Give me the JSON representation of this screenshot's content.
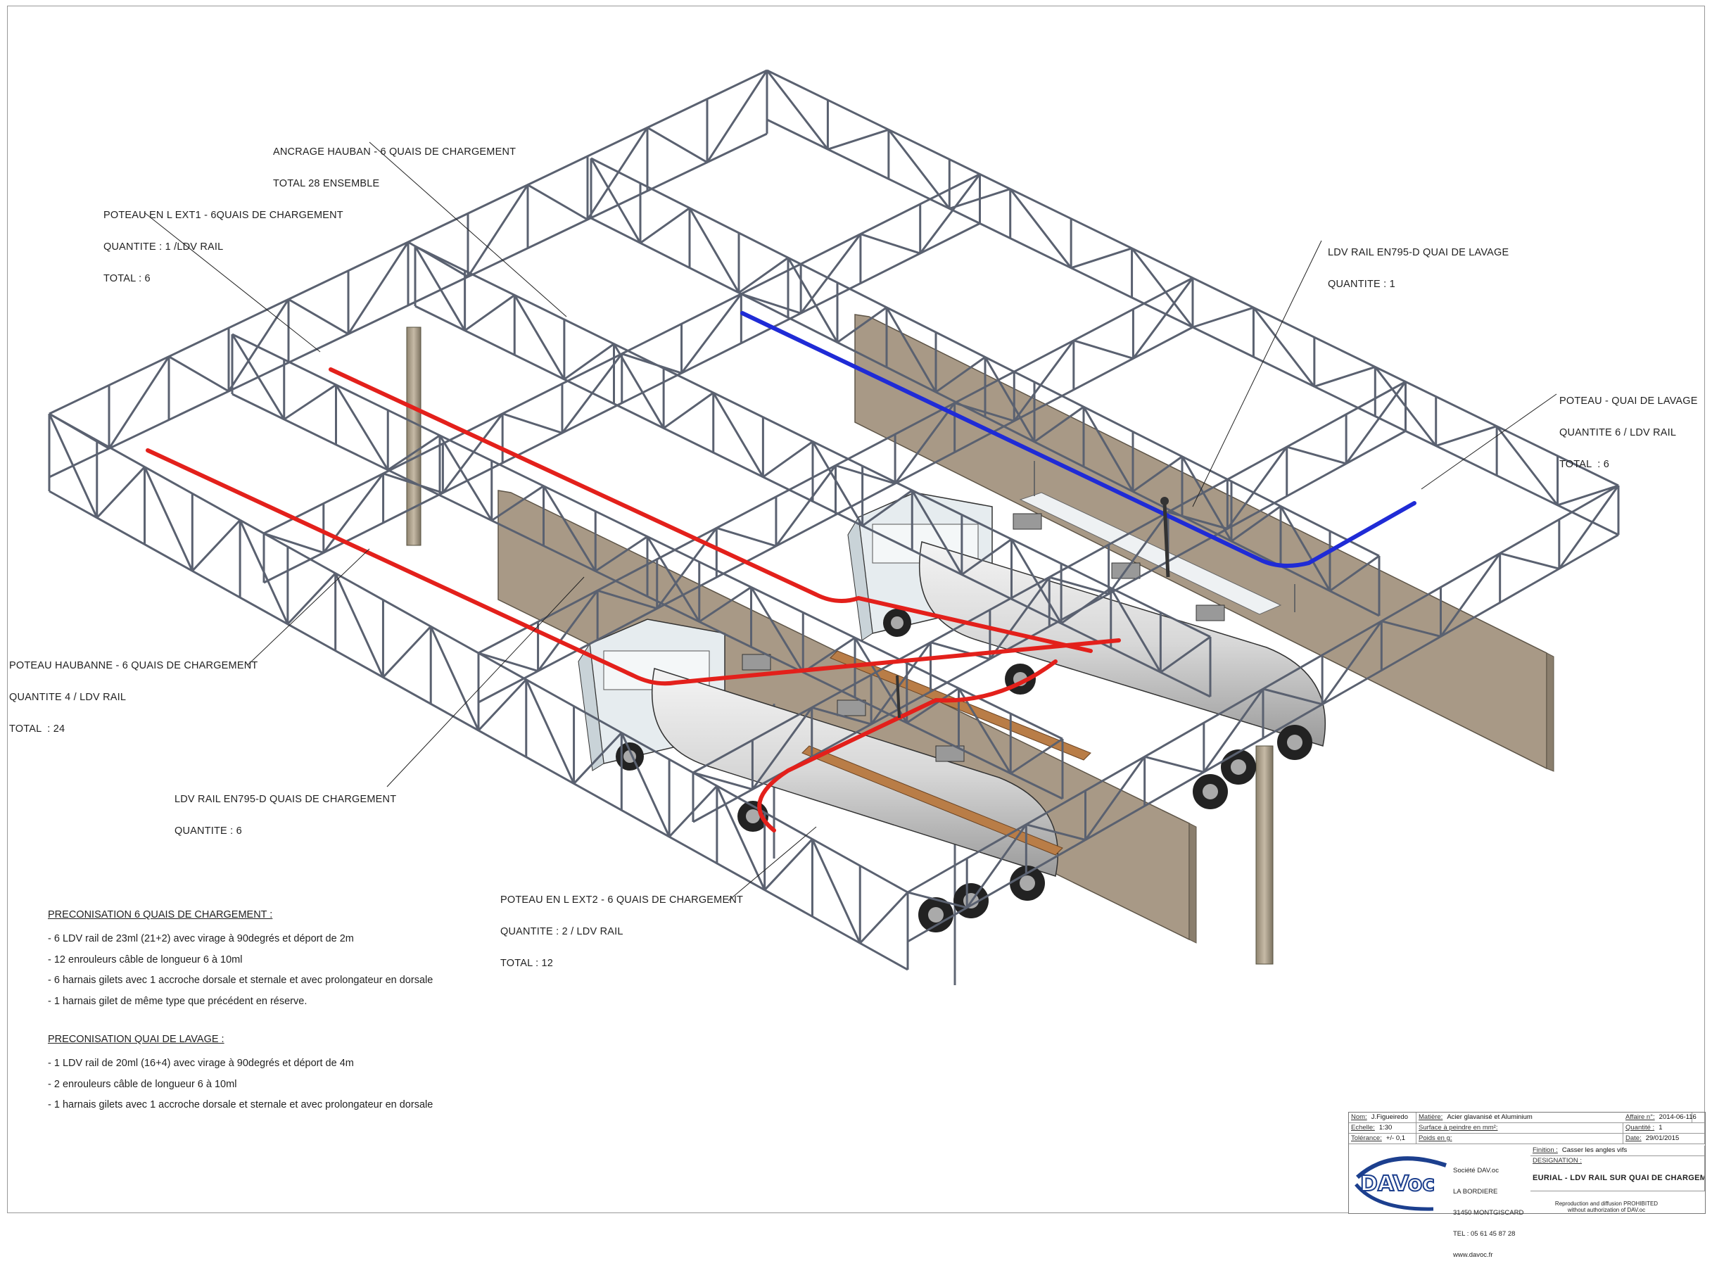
{
  "callouts": {
    "ancrage": {
      "lines": [
        "ANCRAGE HAUBAN - 6 QUAIS DE CHARGEMENT",
        "TOTAL 28 ENSEMBLE"
      ]
    },
    "poteau_ext1": {
      "lines": [
        "POTEAU EN L EXT1 - 6QUAIS DE CHARGEMENT",
        "QUANTITE : 1 /LDV RAIL",
        "TOTAL : 6"
      ]
    },
    "ldv_lavage": {
      "lines": [
        "LDV RAIL EN795-D QUAI DE LAVAGE",
        "QUANTITE : 1"
      ]
    },
    "poteau_lavage": {
      "lines": [
        "POTEAU - QUAI DE LAVAGE",
        "QUANTITE 6 / LDV RAIL",
        "TOTAL  : 6"
      ]
    },
    "poteau_haubanne": {
      "lines": [
        "POTEAU HAUBANNE - 6 QUAIS DE CHARGEMENT",
        "QUANTITE 4 / LDV RAIL",
        "TOTAL  : 24"
      ]
    },
    "ldv_chargement": {
      "lines": [
        "LDV RAIL EN795-D QUAIS DE CHARGEMENT",
        "QUANTITE : 6"
      ]
    },
    "poteau_ext2": {
      "lines": [
        "POTEAU EN L EXT2 - 6 QUAIS DE CHARGEMENT",
        "QUANTITE : 2 / LDV RAIL",
        "TOTAL : 12"
      ]
    }
  },
  "notes": {
    "chargement": {
      "heading": "PRECONISATION 6 QUAIS DE CHARGEMENT :",
      "items": [
        "- 6 LDV rail de 23ml (21+2) avec virage à 90degrés et déport de 2m",
        "- 12 enrouleurs câble de longueur 6 à 10ml",
        "- 6 harnais gilets avec 1 accroche dorsale et sternale et avec prolongateur en dorsale",
        "- 1 harnais gilet de même type que précédent en réserve."
      ]
    },
    "lavage": {
      "heading": "PRECONISATION QUAI DE LAVAGE :",
      "items": [
        "- 1 LDV rail de 20ml (16+4) avec virage à 90degrés et déport de 4m",
        "- 2 enrouleurs câble de longueur 6 à 10ml",
        "- 1 harnais gilets avec 1 accroche dorsale et sternale et avec prolongateur en dorsale"
      ]
    }
  },
  "title_block": {
    "nom_label": "Nom:",
    "nom_value": "J.Figueiredo",
    "matiere_label": "Matière:",
    "matiere_value": "Acier glavanisé et Aluminium",
    "affaire_label": "Affaire n°:",
    "affaire_value": "2014-06-116",
    "echelle_label": "Echelle:",
    "echelle_value": "1:30",
    "surface_label": "Surface à peindre en mm²:",
    "surface_value": "",
    "quantite_label": "Quantité :",
    "quantite_value": "1",
    "tolerance_label": "Tolérance:",
    "tolerance_value": "+/- 0,1",
    "poids_label": "Poids en g:",
    "poids_value": "",
    "date_label": "Date:",
    "date_value": "29/01/2015",
    "finition_label": "Finition :",
    "finition_value": "Casser les angles vifs",
    "designation_label": "DESIGNATION :",
    "designation_value": "EURIAL - LDV RAIL SUR QUAI DE CHARGEMENT",
    "company_lines": [
      "Société DAV.oc",
      "LA BORDIERE",
      "31450 MONTGISCARD",
      "TEL : 05 61 45 87 28",
      "www.davoc.fr"
    ],
    "logo_text": "DAVoc",
    "repro_lines": [
      "Reproduction and diffusion PROHIBITED",
      "without authorization of DAV.oc"
    ]
  },
  "colors": {
    "steel": "#5f6673",
    "rail_red": "#e3201b",
    "rail_blue": "#1f2bd6",
    "wall": "#b9ab99",
    "post": "#a79a86",
    "tank": "#d8d8d8"
  },
  "icons": {
    "logo": "davoc-logo"
  }
}
